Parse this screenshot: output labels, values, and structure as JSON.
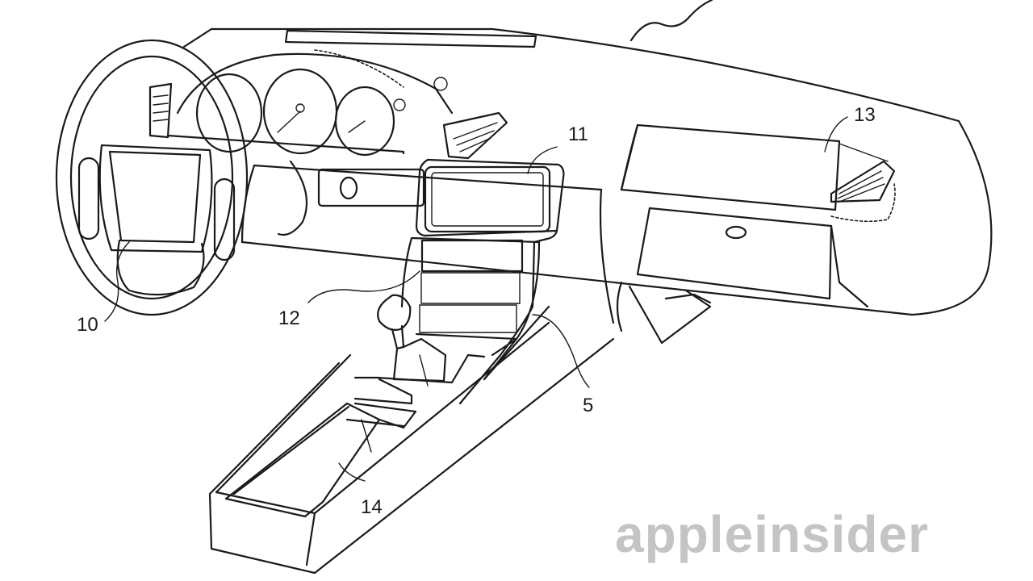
{
  "figure": {
    "references": {
      "r10": "10",
      "r11": "11",
      "r12": "12",
      "r13": "13",
      "r5": "5",
      "r14": "14"
    }
  },
  "watermark": {
    "text": "appleinsider",
    "color": "#c4c4c4"
  }
}
